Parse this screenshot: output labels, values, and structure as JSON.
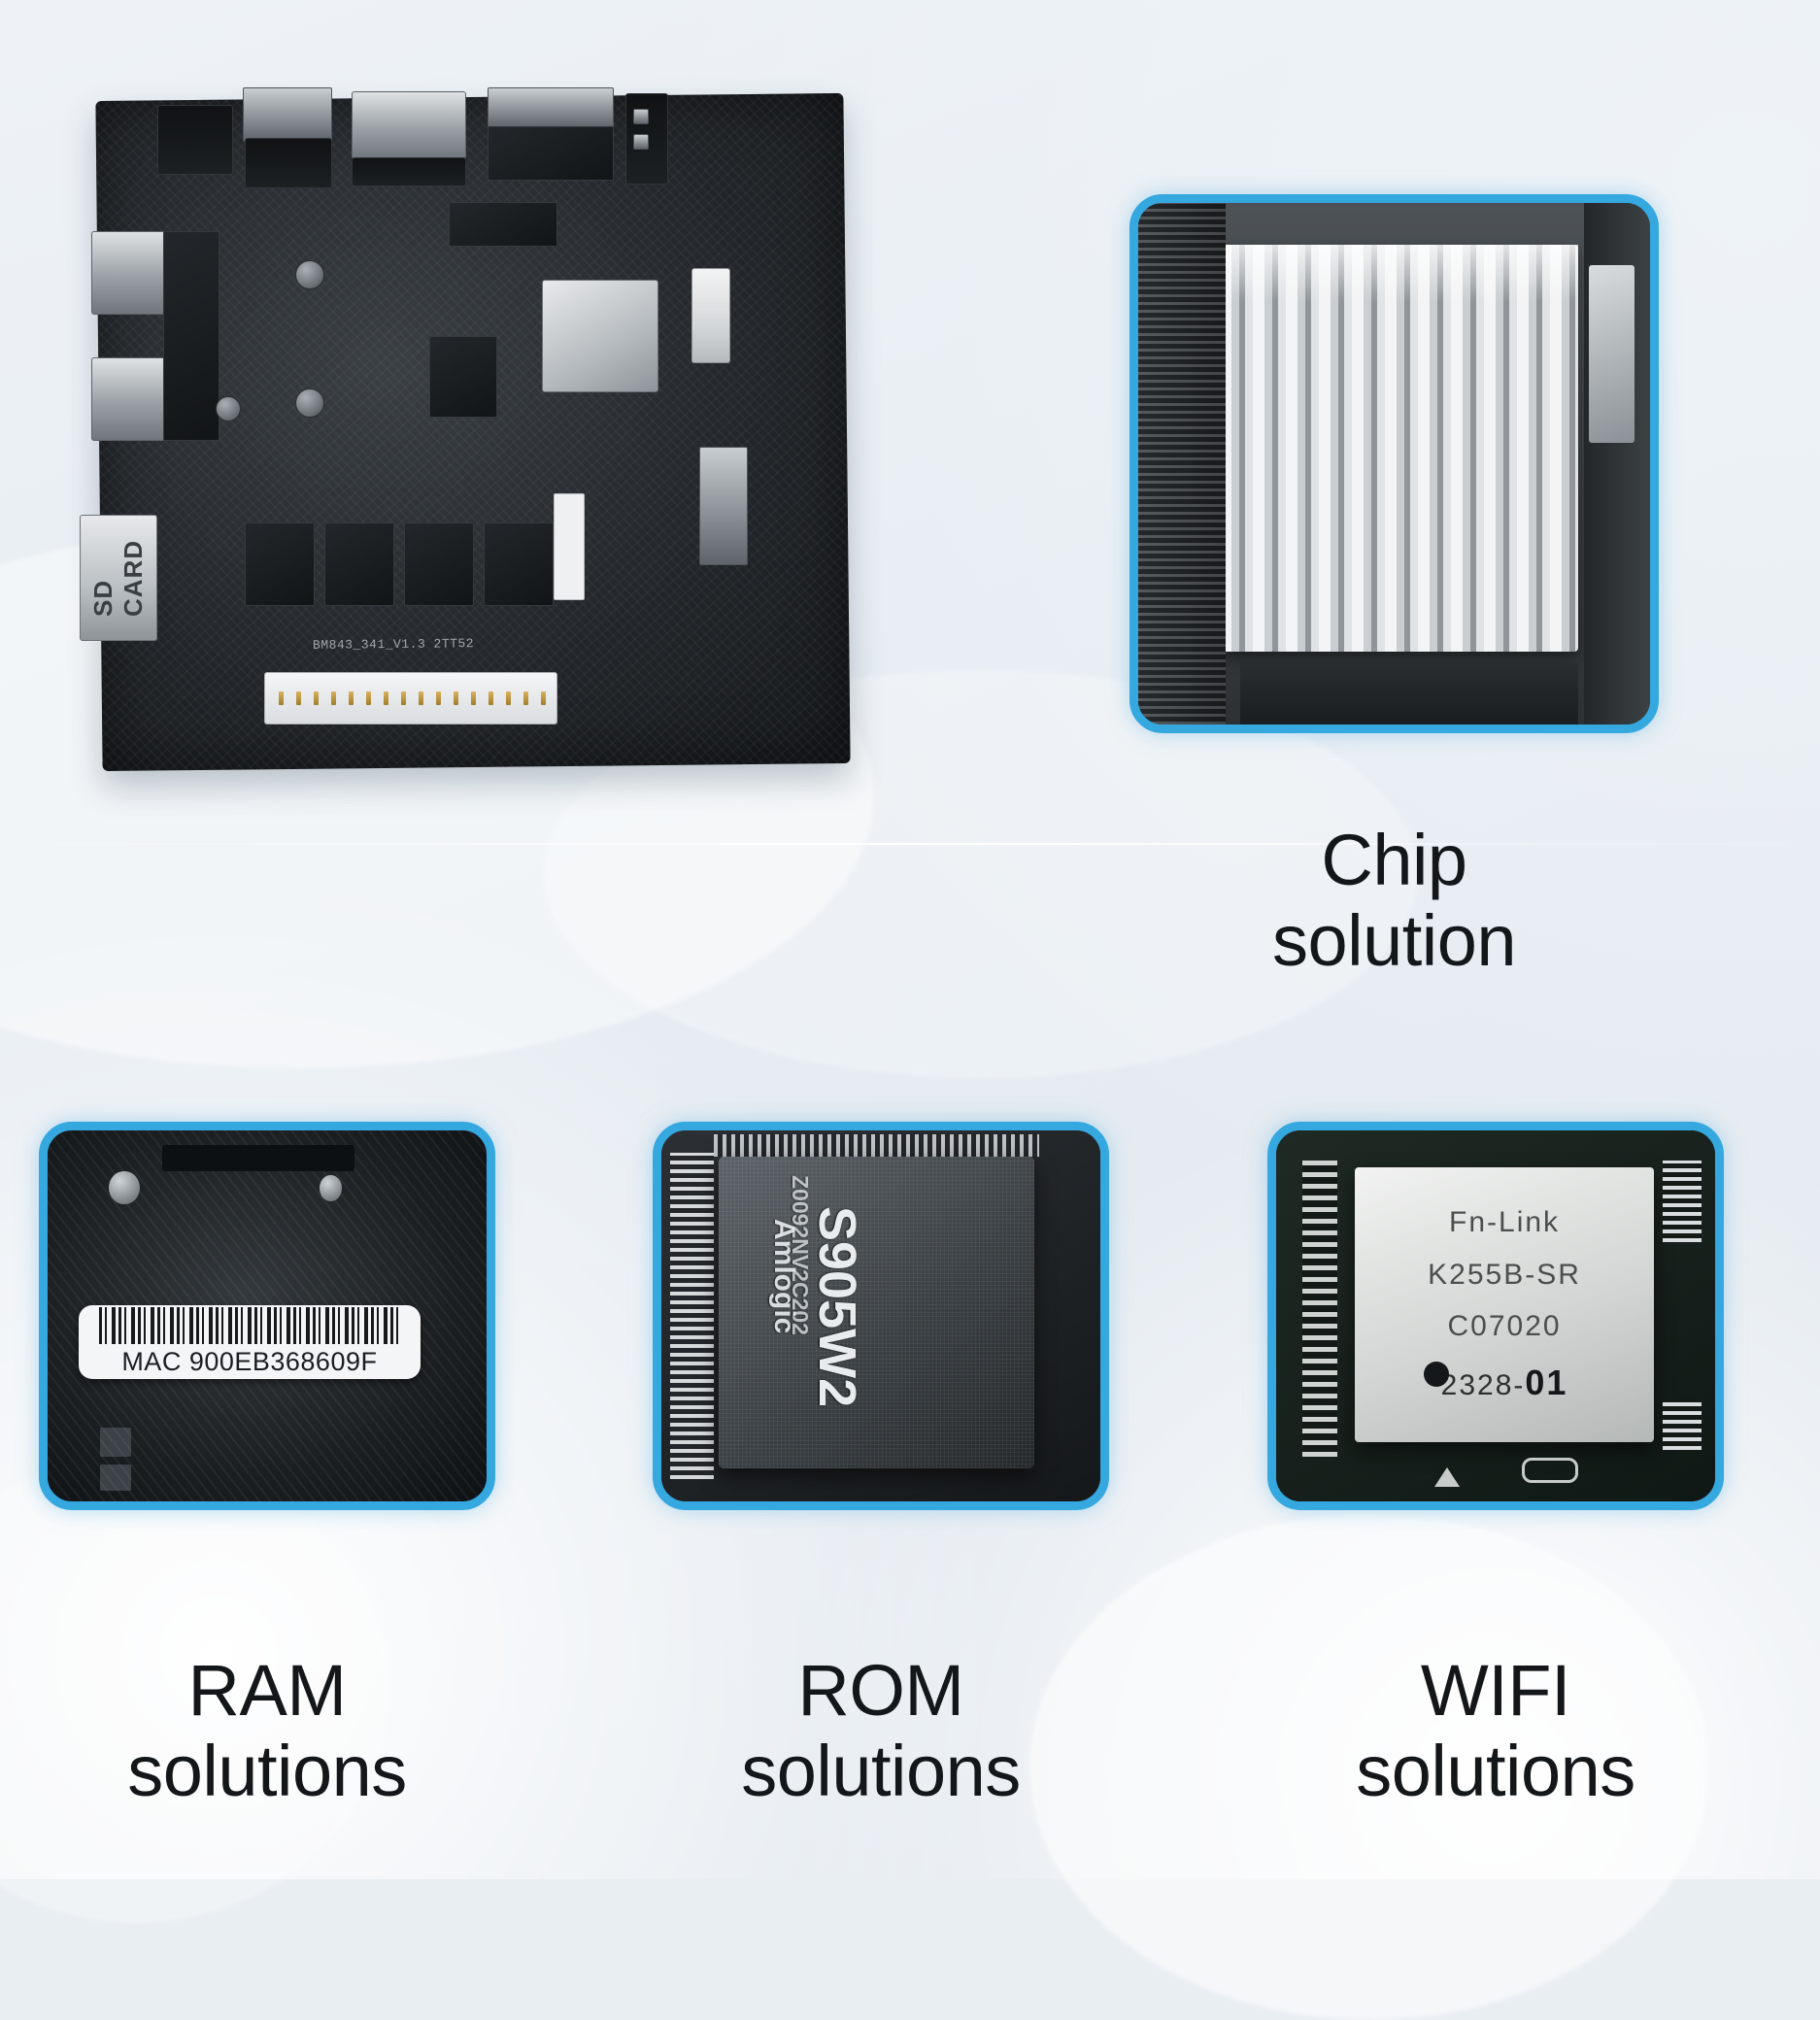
{
  "page": {
    "background_color": "#e9eef3",
    "accent_color": "#35a8e0",
    "text_color": "#14171a"
  },
  "cards": [
    {
      "id": "chip",
      "caption_line1": "Chip",
      "caption_line2": "solution",
      "photo_alt": "heatsink-over-soc"
    },
    {
      "id": "ram",
      "caption_line1": "RAM",
      "caption_line2": "solutions",
      "photo_alt": "ram-module-with-mac-label",
      "barcode_label": "MAC 900EB368609F"
    },
    {
      "id": "rom",
      "caption_line1": "ROM",
      "caption_line2": "solutions",
      "photo_alt": "amlogic-soc-chip",
      "chip_brand": "Amlogic",
      "chip_model": "S905W2",
      "chip_lot": "Z0092NV2C202"
    },
    {
      "id": "wifi",
      "caption_line1": "WIFI",
      "caption_line2": "solutions",
      "photo_alt": "fn-link-wifi-module",
      "module_lines": [
        "Fn-Link",
        "K255B-SR",
        "C07020"
      ],
      "module_date_code": "2328-",
      "module_rev": "01"
    }
  ],
  "mainboard": {
    "silkscreen": "BM843_341_V1.3 2TT52",
    "sd_slot_label": "SD CARD",
    "ports": [
      "audio-jack",
      "av-port",
      "hdmi-port",
      "ethernet-port",
      "usb-port-a",
      "usb-port-b",
      "sd-card-slot",
      "power-jack"
    ]
  }
}
